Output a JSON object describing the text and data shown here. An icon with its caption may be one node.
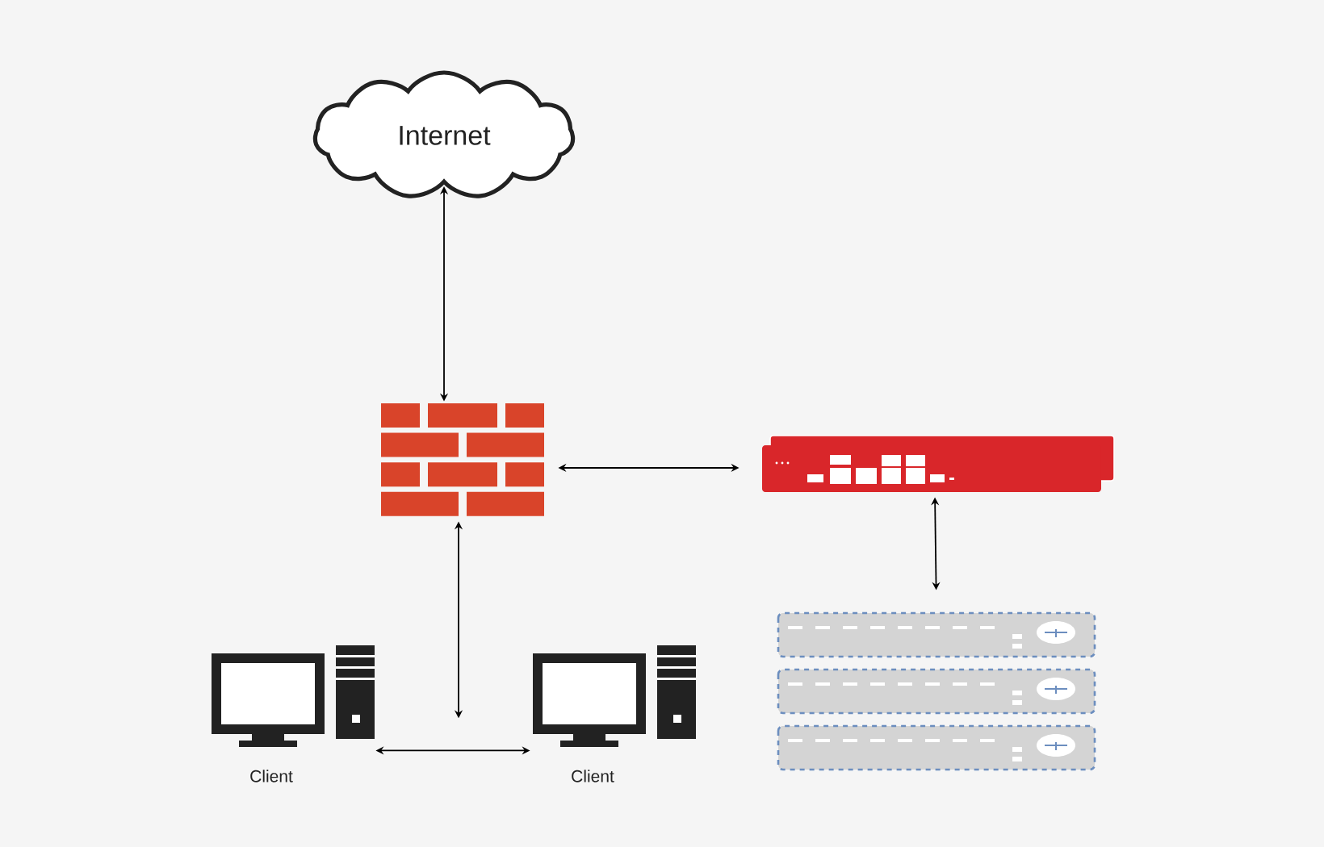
{
  "diagram": {
    "nodes": [
      {
        "text": [
          "Internet"
        ]
      },
      {
        "text": [],
        "shape": "picture"
      },
      {
        "text": [],
        "shape": "picture"
      },
      {
        "text": [],
        "shape": "picture"
      },
      {
        "text": [
          "Client"
        ]
      },
      {
        "text": [
          "Client"
        ]
      }
    ],
    "edges": [
      {
        "from": 0,
        "to": 1,
        "arrow": "both"
      },
      {
        "from": 1,
        "to": 2,
        "arrow": "both"
      },
      {
        "from": 2,
        "to": 3,
        "arrow": "both"
      },
      {
        "from": 1,
        "to": null,
        "arrow": "both"
      },
      {
        "from": 4,
        "to": 5,
        "arrow": "both"
      }
    ]
  }
}
